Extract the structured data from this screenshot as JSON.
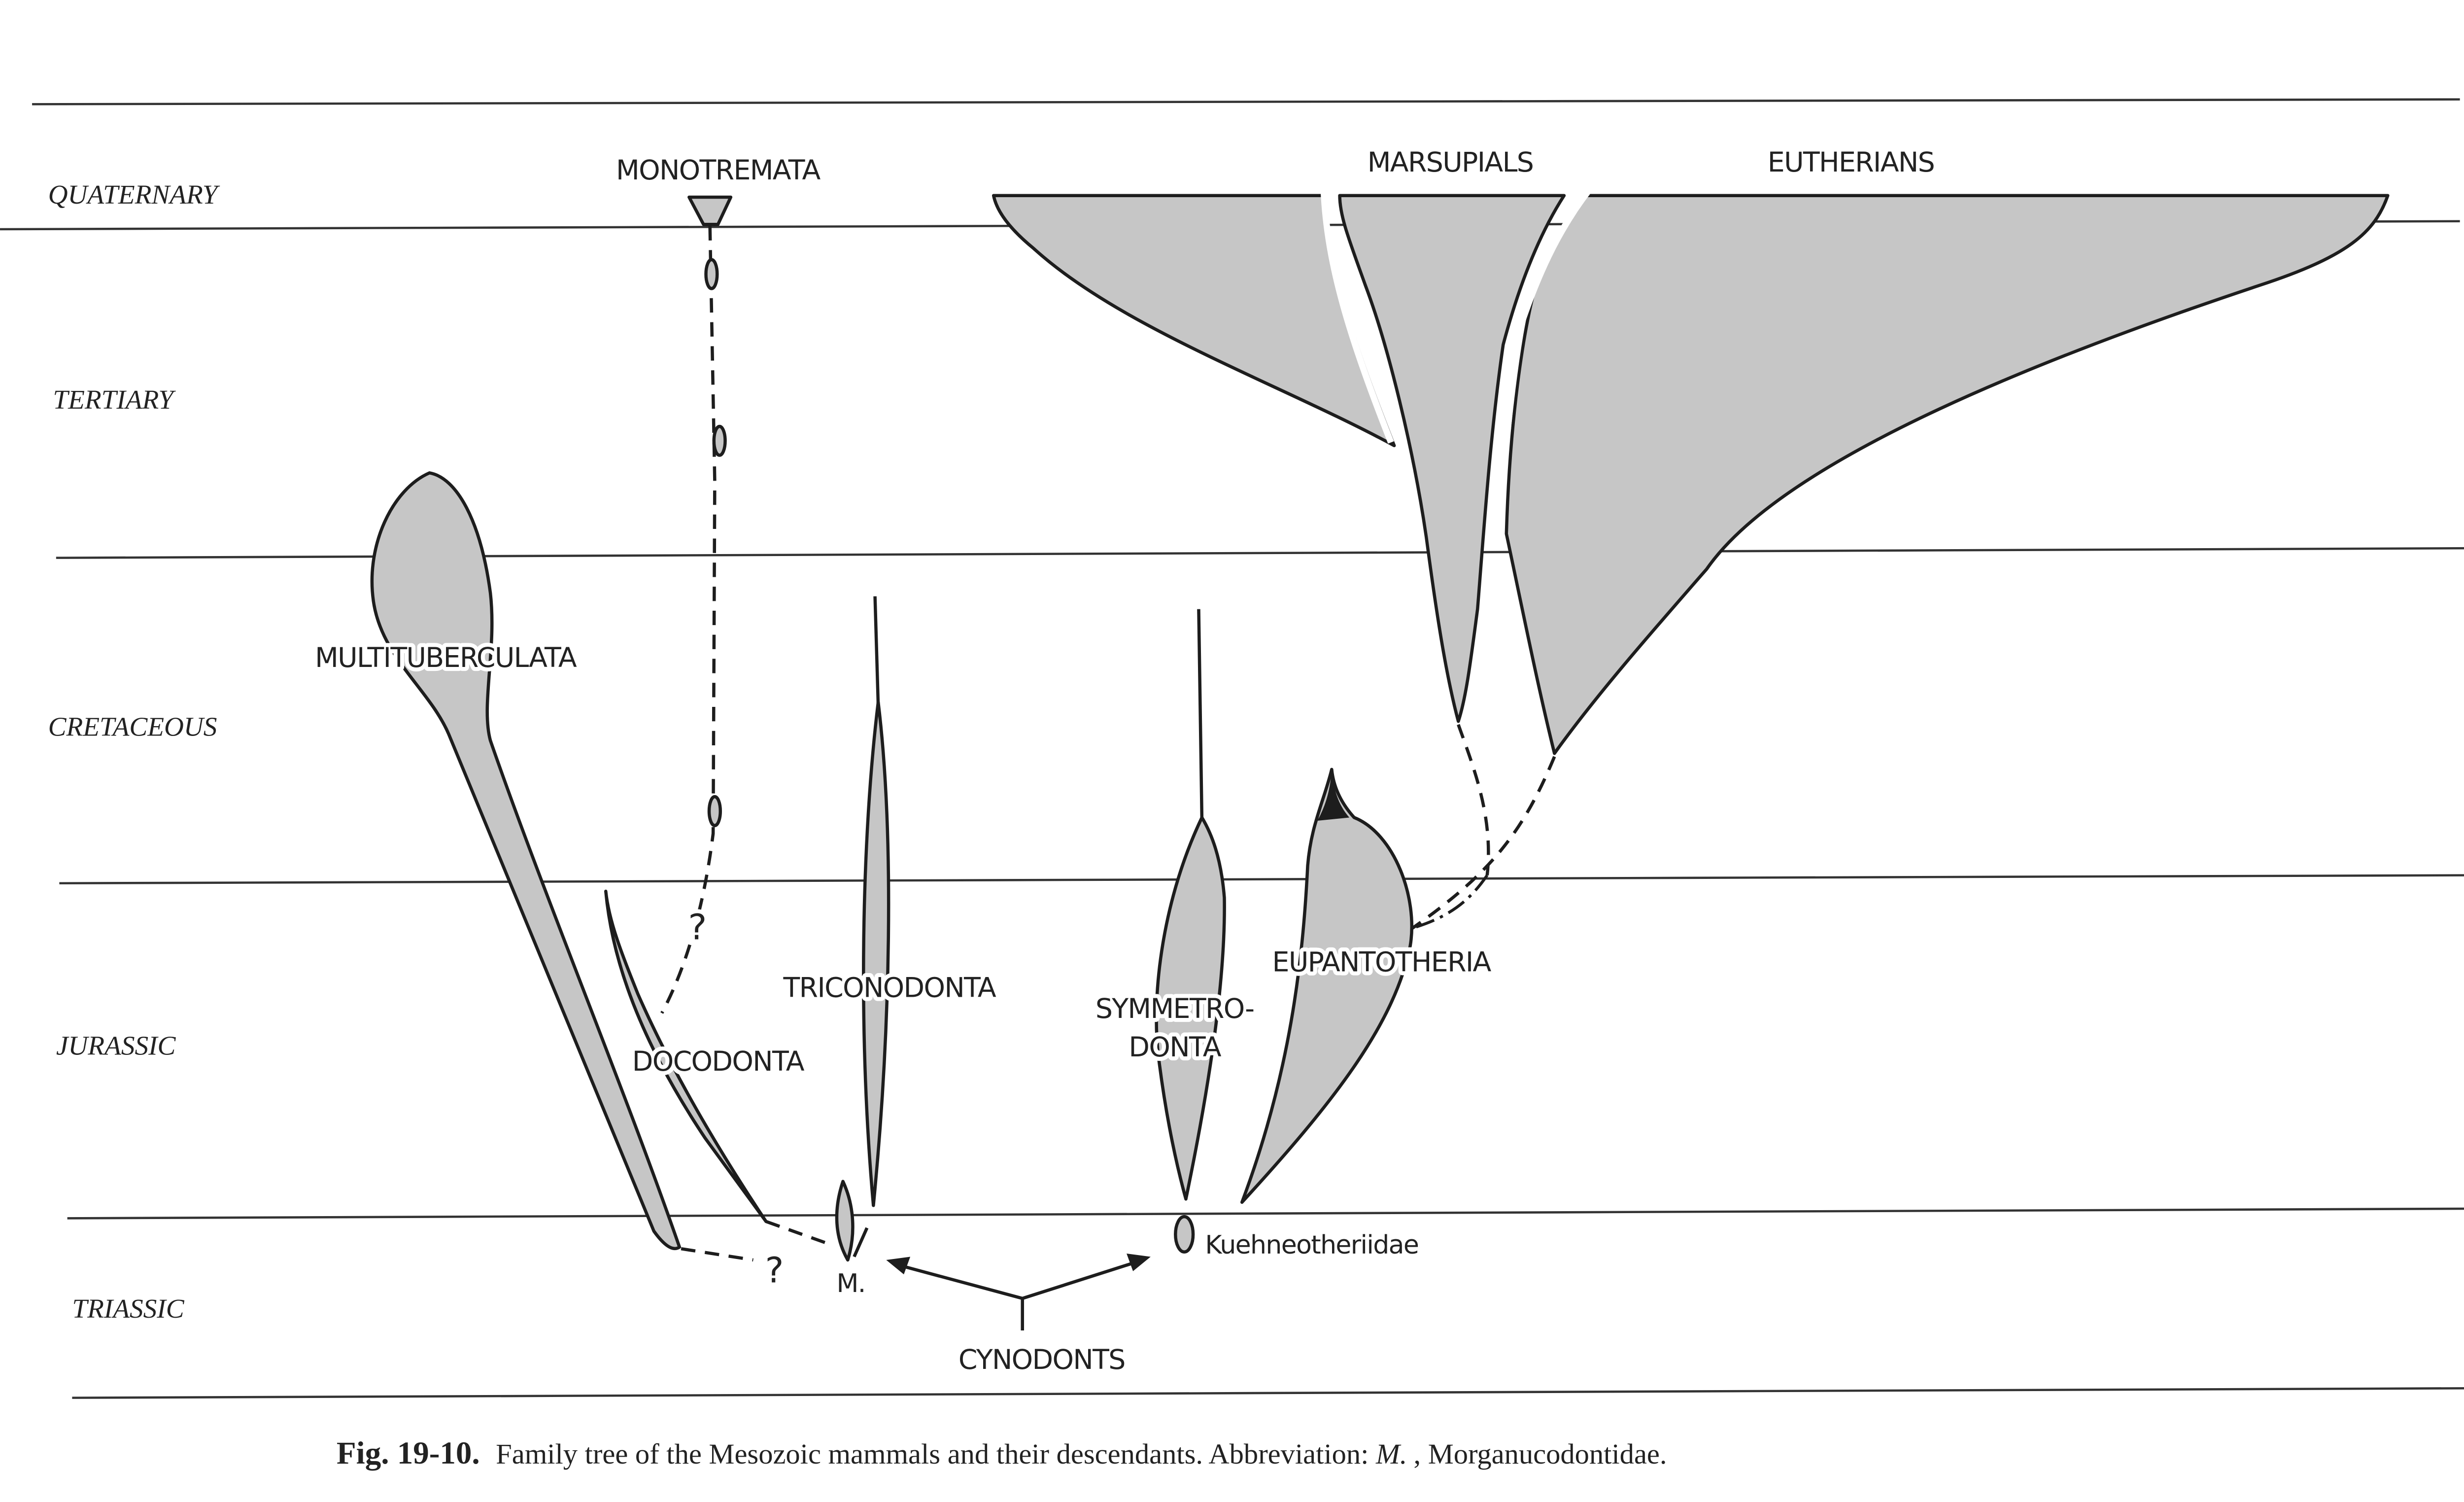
{
  "periods": [
    "QUATERNARY",
    "TERTIARY",
    "CRETACEOUS",
    "JURASSIC",
    "TRIASSIC"
  ],
  "taxa": {
    "monotremata": "MONOTREMATA",
    "marsupials": "MARSUPIALS",
    "eutherians": "EUTHERIANS",
    "multituberculata": "MULTITUBERCULATA",
    "triconodonta": "TRICONODONTA",
    "symmetrodonta_1": "SYMMETRO-",
    "symmetrodonta_2": "DONTA",
    "eupantotheria": "EUPANTOTHERIA",
    "docodonta": "DOCODONTA",
    "morganucodontidae_abbr": "M.",
    "kuehneotheriidae": "Kuehneotheriidae",
    "cynodonts": "CYNODONTS"
  },
  "uncertain_mark": "?",
  "caption": {
    "number": "Fig. 19-10.",
    "text": "Family tree of the Mesozoic mammals and their descendants. Abbreviation: ",
    "abbr": "M.",
    "rest": ", Morganucodontidae."
  },
  "colors": {
    "fill": "#c6c6c6",
    "stroke": "#1d1d1d"
  }
}
